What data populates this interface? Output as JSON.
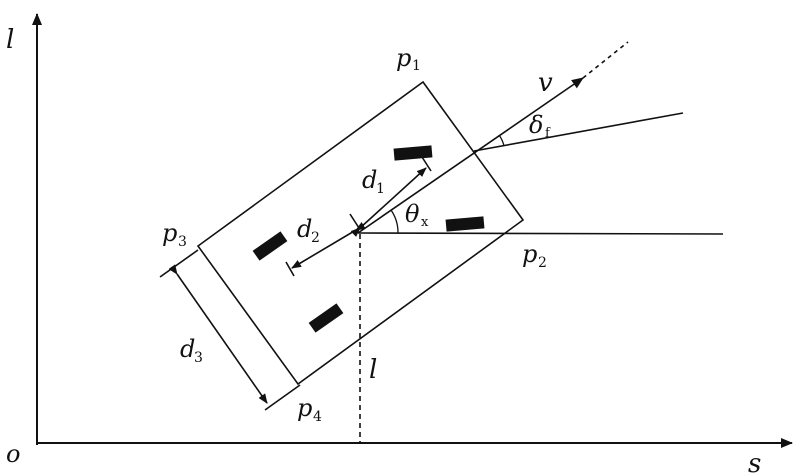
{
  "axes": {
    "origin": "o",
    "horizontal": "s",
    "vertical": "l"
  },
  "points": {
    "p1": {
      "base": "p",
      "sub": "1"
    },
    "p2": {
      "base": "p",
      "sub": "2"
    },
    "p3": {
      "base": "p",
      "sub": "3"
    },
    "p4": {
      "base": "p",
      "sub": "4"
    }
  },
  "dims": {
    "d1": {
      "base": "d",
      "sub": "1"
    },
    "d2": {
      "base": "d",
      "sub": "2"
    },
    "d3": {
      "base": "d",
      "sub": "3"
    }
  },
  "angles": {
    "theta": {
      "base": "θ",
      "sub": "x"
    },
    "delta": {
      "base": "δ",
      "sub": "f"
    }
  },
  "velocity": "v",
  "projection": "l"
}
